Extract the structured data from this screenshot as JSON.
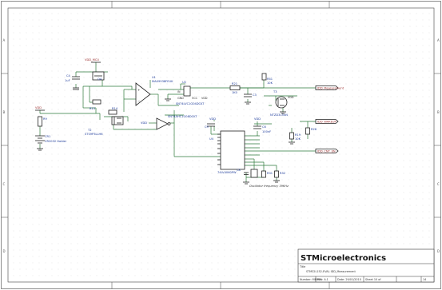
{
  "nets": {
    "vdd_mcu": "VDD_MCU",
    "vdd": "VDD",
    "vdd_measurement": "IDD_Measurement",
    "i2c_wakeup": "IDD_WAKEUP",
    "i2c_cnt_en": "IDD_CNT_EN"
  },
  "pins": {
    "in": "IN",
    "gnd": "GND",
    "vcc": "VCC"
  },
  "components": {
    "c4": "C4",
    "c4_value": "1uF",
    "q4": "Q4",
    "u1": "U1",
    "u1_part": "MAX9938FEUK",
    "u2": "U2",
    "u2_part": "SN74LVC1G04DCKT",
    "r21": "R21",
    "r21_value": "1K0",
    "c3": "C3",
    "r41": "R41",
    "r41_value": "10K",
    "t3": "T3",
    "t3_part": "NTZD3154N",
    "r26": "R26",
    "r19": "R19",
    "r19_value": "10K",
    "r9": "R9",
    "cr1": "CR1",
    "cr1_part": "CR2032 Holder",
    "r13": "R13",
    "r14": "R14",
    "t2": "T2",
    "t2_part": "STS9P3LLH6",
    "u3_part": "SN74AHC1G08DCKT",
    "c9": "C9",
    "u4": "U4",
    "u4_part": "74LV4060PW",
    "c6": "C6",
    "c6_value": "100nF",
    "r31": "R31",
    "r32": "R32",
    "c8": "C8"
  },
  "notes": {
    "oscillator": "Oscillator frequency 39KHz"
  },
  "title_block": {
    "company": "STMicroelectronics",
    "title_caption": "Title",
    "title": "STM32L152-EVAL IDD_Measurement",
    "number": "Number: MB963",
    "revision": "Rev: A.1",
    "date": "Date: 29/01/2010",
    "sheet": "Sheet 10 of",
    "sheet_total": "14"
  }
}
